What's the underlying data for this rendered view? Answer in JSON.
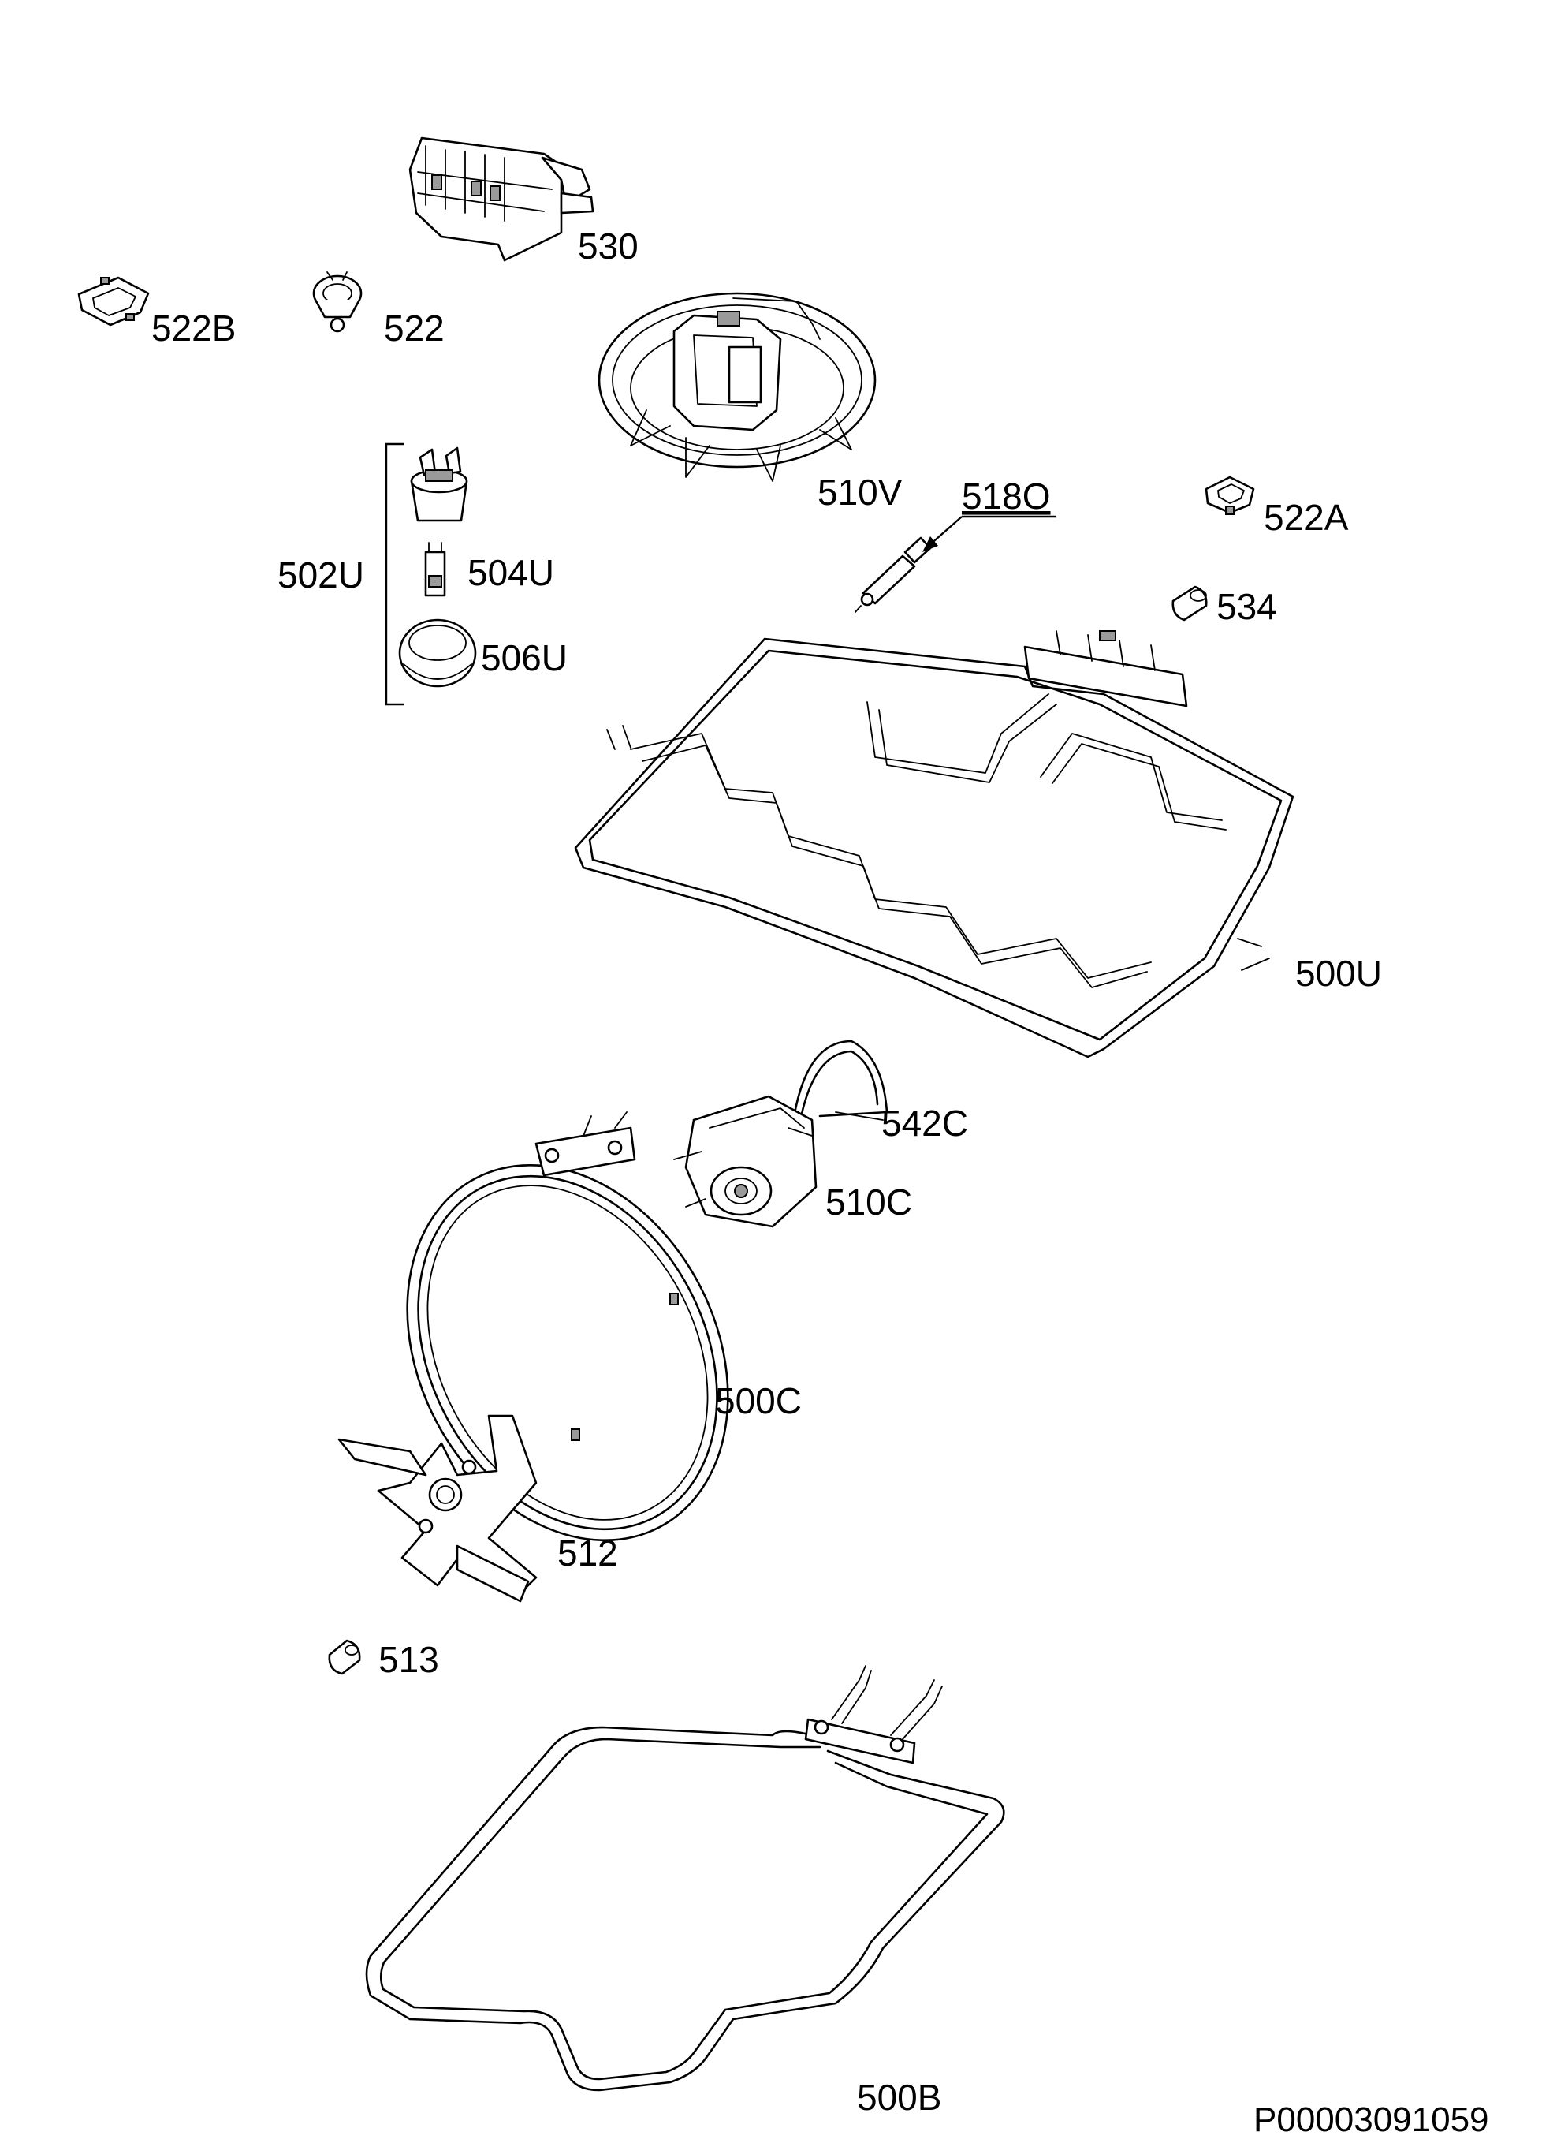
{
  "diagram": {
    "labels": {
      "p530": "530",
      "p522b": "522B",
      "p522": "522",
      "p510v": "510V",
      "p518o": "518O",
      "p522a": "522A",
      "p502u": "502U",
      "p504u": "504U",
      "p506u": "506U",
      "p534": "534",
      "p500u": "500U",
      "p542c": "542C",
      "p510c": "510C",
      "p500c": "500C",
      "p512": "512",
      "p513": "513",
      "p500b": "500B"
    },
    "document_id": "P00003091059"
  }
}
